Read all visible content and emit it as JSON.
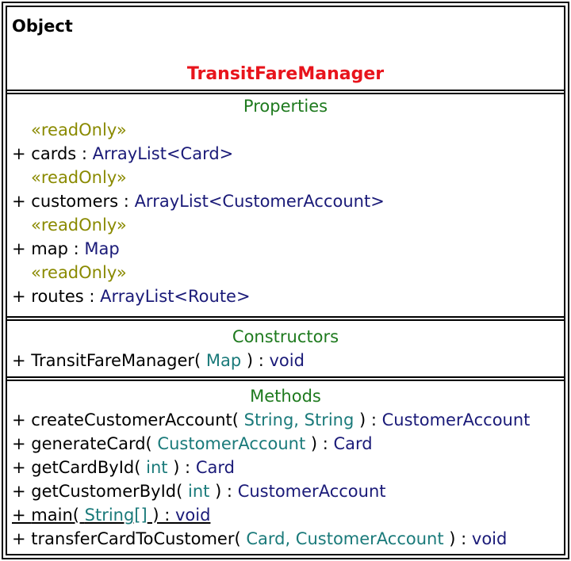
{
  "class": {
    "superclass": "Object",
    "name": "TransitFareManager"
  },
  "sections": {
    "properties_title": "Properties",
    "constructors_title": "Constructors",
    "methods_title": "Methods"
  },
  "properties": [
    {
      "stereotype": "«readOnly»",
      "visibility": "+ ",
      "name": "cards",
      "sep": " : ",
      "type": "ArrayList<Card>"
    },
    {
      "stereotype": "«readOnly»",
      "visibility": "+ ",
      "name": "customers",
      "sep": " : ",
      "type": "ArrayList<CustomerAccount>"
    },
    {
      "stereotype": "«readOnly»",
      "visibility": "+ ",
      "name": "map",
      "sep": " : ",
      "type": "Map"
    },
    {
      "stereotype": "«readOnly»",
      "visibility": "+ ",
      "name": "routes",
      "sep": " : ",
      "type": "ArrayList<Route>"
    }
  ],
  "constructors": [
    {
      "visibility": "+ ",
      "name": "TransitFareManager( ",
      "params": "Map",
      "close": " ) : ",
      "returns": "void"
    }
  ],
  "methods": [
    {
      "visibility": "+ ",
      "name": "createCustomerAccount( ",
      "params": "String, String",
      "close": " ) : ",
      "returns": "CustomerAccount"
    },
    {
      "visibility": "+ ",
      "name": "generateCard( ",
      "params": "CustomerAccount",
      "close": " ) : ",
      "returns": "Card"
    },
    {
      "visibility": "+ ",
      "name": "getCardById( ",
      "params": "int",
      "close": " ) : ",
      "returns": "Card"
    },
    {
      "visibility": "+ ",
      "name": "getCustomerById( ",
      "params": "int",
      "close": " ) : ",
      "returns": "CustomerAccount"
    },
    {
      "visibility": "+ ",
      "name": "main( ",
      "params": "String[]",
      "close": " ) : ",
      "returns": "void"
    },
    {
      "visibility": "+ ",
      "name": "transferCardToCustomer( ",
      "params": "Card, CustomerAccount",
      "close": " ) : ",
      "returns": "void"
    }
  ]
}
